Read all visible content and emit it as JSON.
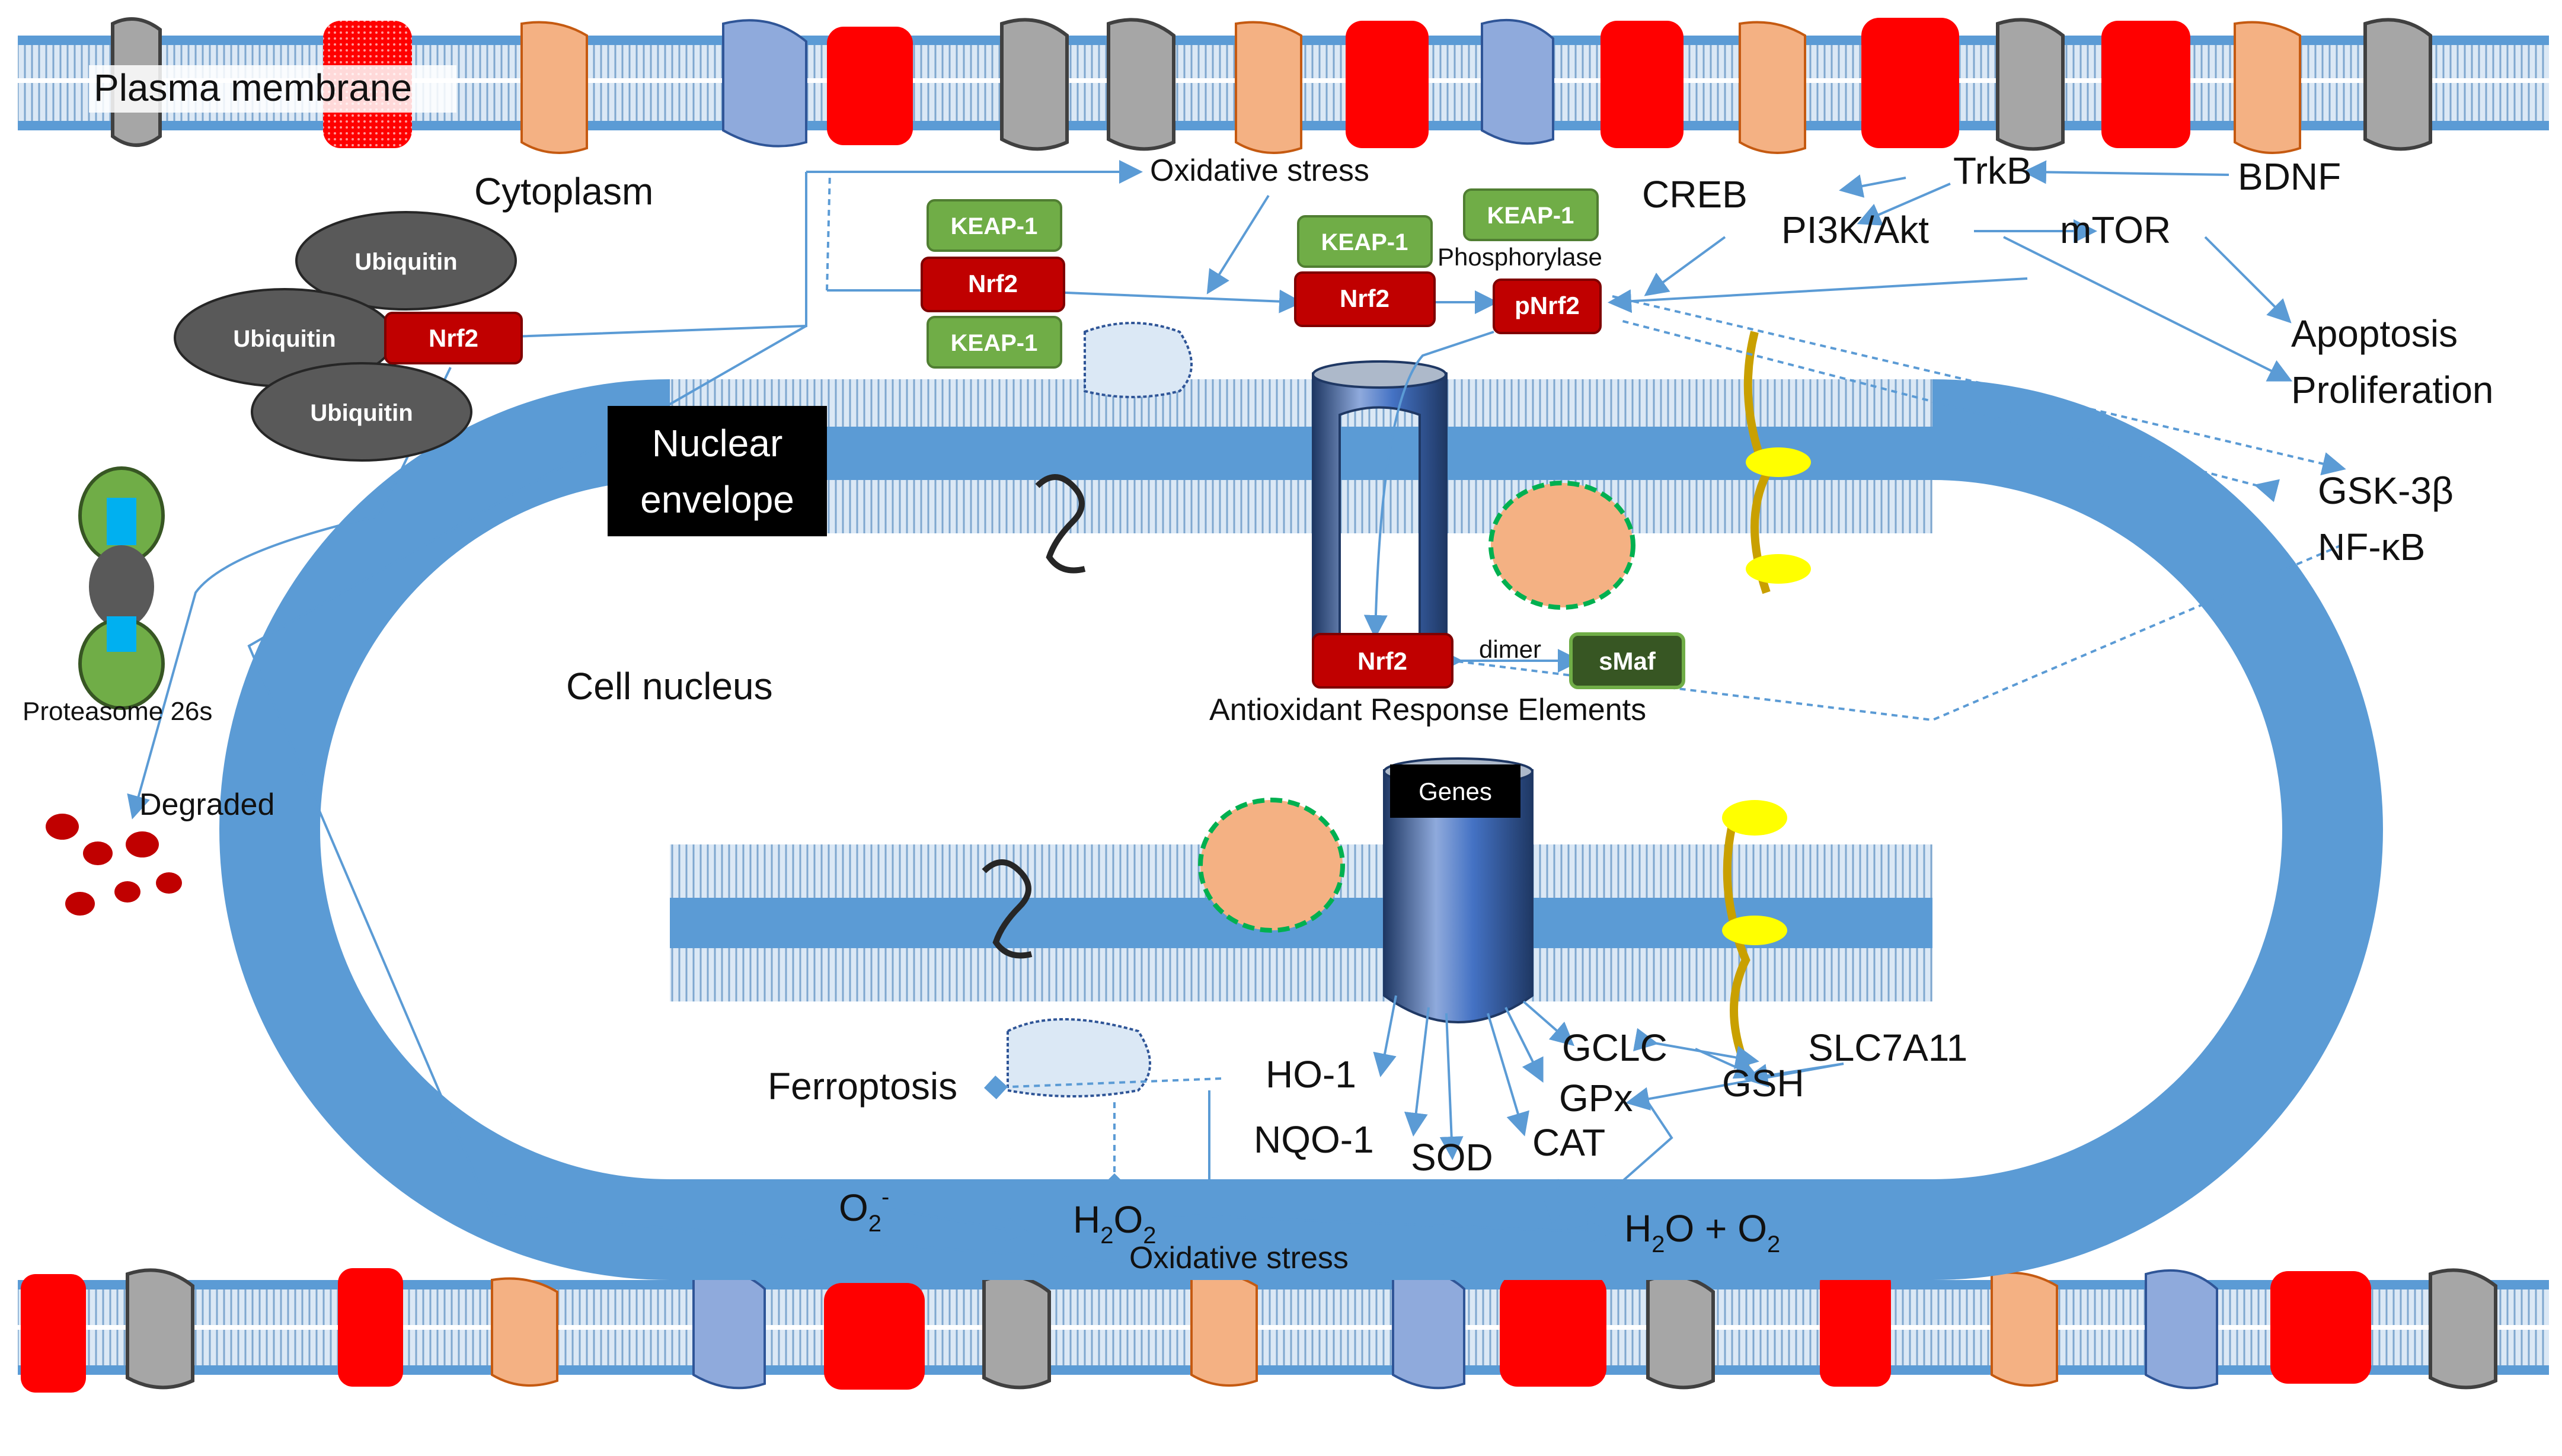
{
  "labels": {
    "plasma_membrane": "Plasma membrane",
    "cytoplasm": "Cytoplasm",
    "oxidative_stress_top": "Oxidative stress",
    "oxidative_stress_bottom": "Oxidative stress",
    "nuclear_envelope_line1": "Nuclear",
    "nuclear_envelope_line2": "envelope",
    "cell_nucleus": "Cell nucleus",
    "proteasome": "Proteasome 26s",
    "degraded": "Degraded",
    "phosphorylase": "Phosphorylase",
    "dimer": "dimer",
    "are": "Antioxidant Response Elements",
    "genes": "Genes",
    "creb": "CREB",
    "trkb": "TrkB",
    "bdnf": "BDNF",
    "pi3k_akt": "PI3K/Akt",
    "mtor": "mTOR",
    "apoptosis": "Apoptosis",
    "proliferation": "Proliferation",
    "gsk3b": "GSK-3β",
    "nfkb": "NF-κB",
    "ferroptosis": "Ferroptosis",
    "ho1": "HO-1",
    "nqo1": "NQO-1",
    "sod": "SOD",
    "cat": "CAT",
    "gclc": "GCLC",
    "gpx": "GPx",
    "gsh": "GSH",
    "slc7a11": "SLC7A11",
    "o2_minus": "O",
    "o2_minus_sub": "2",
    "o2_minus_sup": "-",
    "h2o2": "H",
    "h2o2_sub1": "2",
    "h2o2_mid": "O",
    "h2o2_sub2": "2",
    "products_h": "H",
    "products_sub1": "2",
    "products_o": "O +  O",
    "products_sub2": "2"
  },
  "boxes": {
    "ubiquitin_1": "Ubiquitin",
    "ubiquitin_2": "Ubiquitin",
    "ubiquitin_3": "Ubiquitin",
    "nrf2_ubiquitinated": "Nrf2",
    "keap1_a": "KEAP-1",
    "nrf2_complex": "Nrf2",
    "keap1_b": "KEAP-1",
    "keap1_c": "KEAP-1",
    "nrf2_free": "Nrf2",
    "keap1_d": "KEAP-1",
    "pnrf2": "pNrf2",
    "nrf2_nuclear": "Nrf2",
    "smaf": "sMaf"
  },
  "colors": {
    "membrane_blue": "#5b9bd5",
    "membrane_light": "#cfe0f1",
    "nrf2_red": "#c00000",
    "keap_green": "#70ad47",
    "smaf_green": "#375623",
    "ubiquitin_gray": "#595959",
    "arrow_blue": "#5b9bd5",
    "protein_red": "#ff0000",
    "protein_peach": "#f4b183",
    "protein_gray": "#a6a6a6",
    "protein_steel": "#8faadc"
  }
}
